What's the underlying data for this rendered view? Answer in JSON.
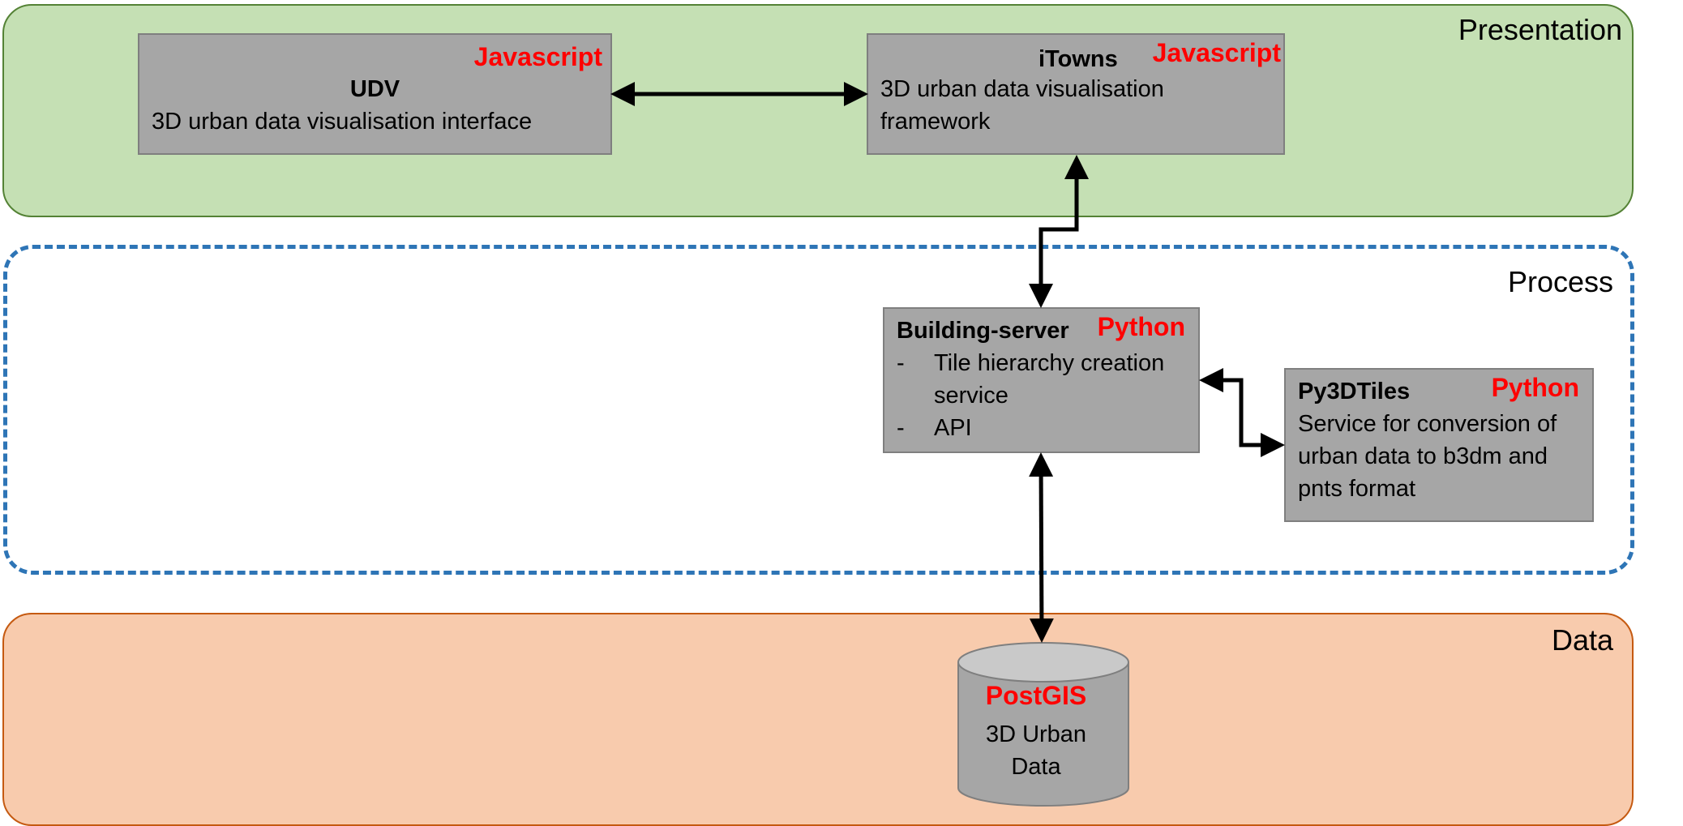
{
  "layers": {
    "presentation": "Presentation",
    "process": "Process",
    "data": "Data"
  },
  "components": {
    "udv": {
      "name": "UDV",
      "language": "Javascript",
      "description": "3D urban data visualisation interface"
    },
    "itowns": {
      "name": "iTowns",
      "language": "Javascript",
      "description": "3D urban data visualisation framework"
    },
    "building_server": {
      "name": "Building-server",
      "language": "Python",
      "items": [
        "Tile hierarchy creation service",
        "API"
      ],
      "bullet": "-"
    },
    "py3dtiles": {
      "name": "Py3DTiles",
      "language": "Python",
      "description": "Service for conversion of urban data to b3dm and pnts format"
    },
    "postgis": {
      "language": "PostGIS",
      "description": "3D Urban Data"
    }
  },
  "colors": {
    "presentation_fill": "#c5e0b4",
    "process_border": "#2e75b6",
    "data_fill": "#f8cbad",
    "box_fill": "#a6a6a6",
    "language_text": "#ff0000"
  }
}
